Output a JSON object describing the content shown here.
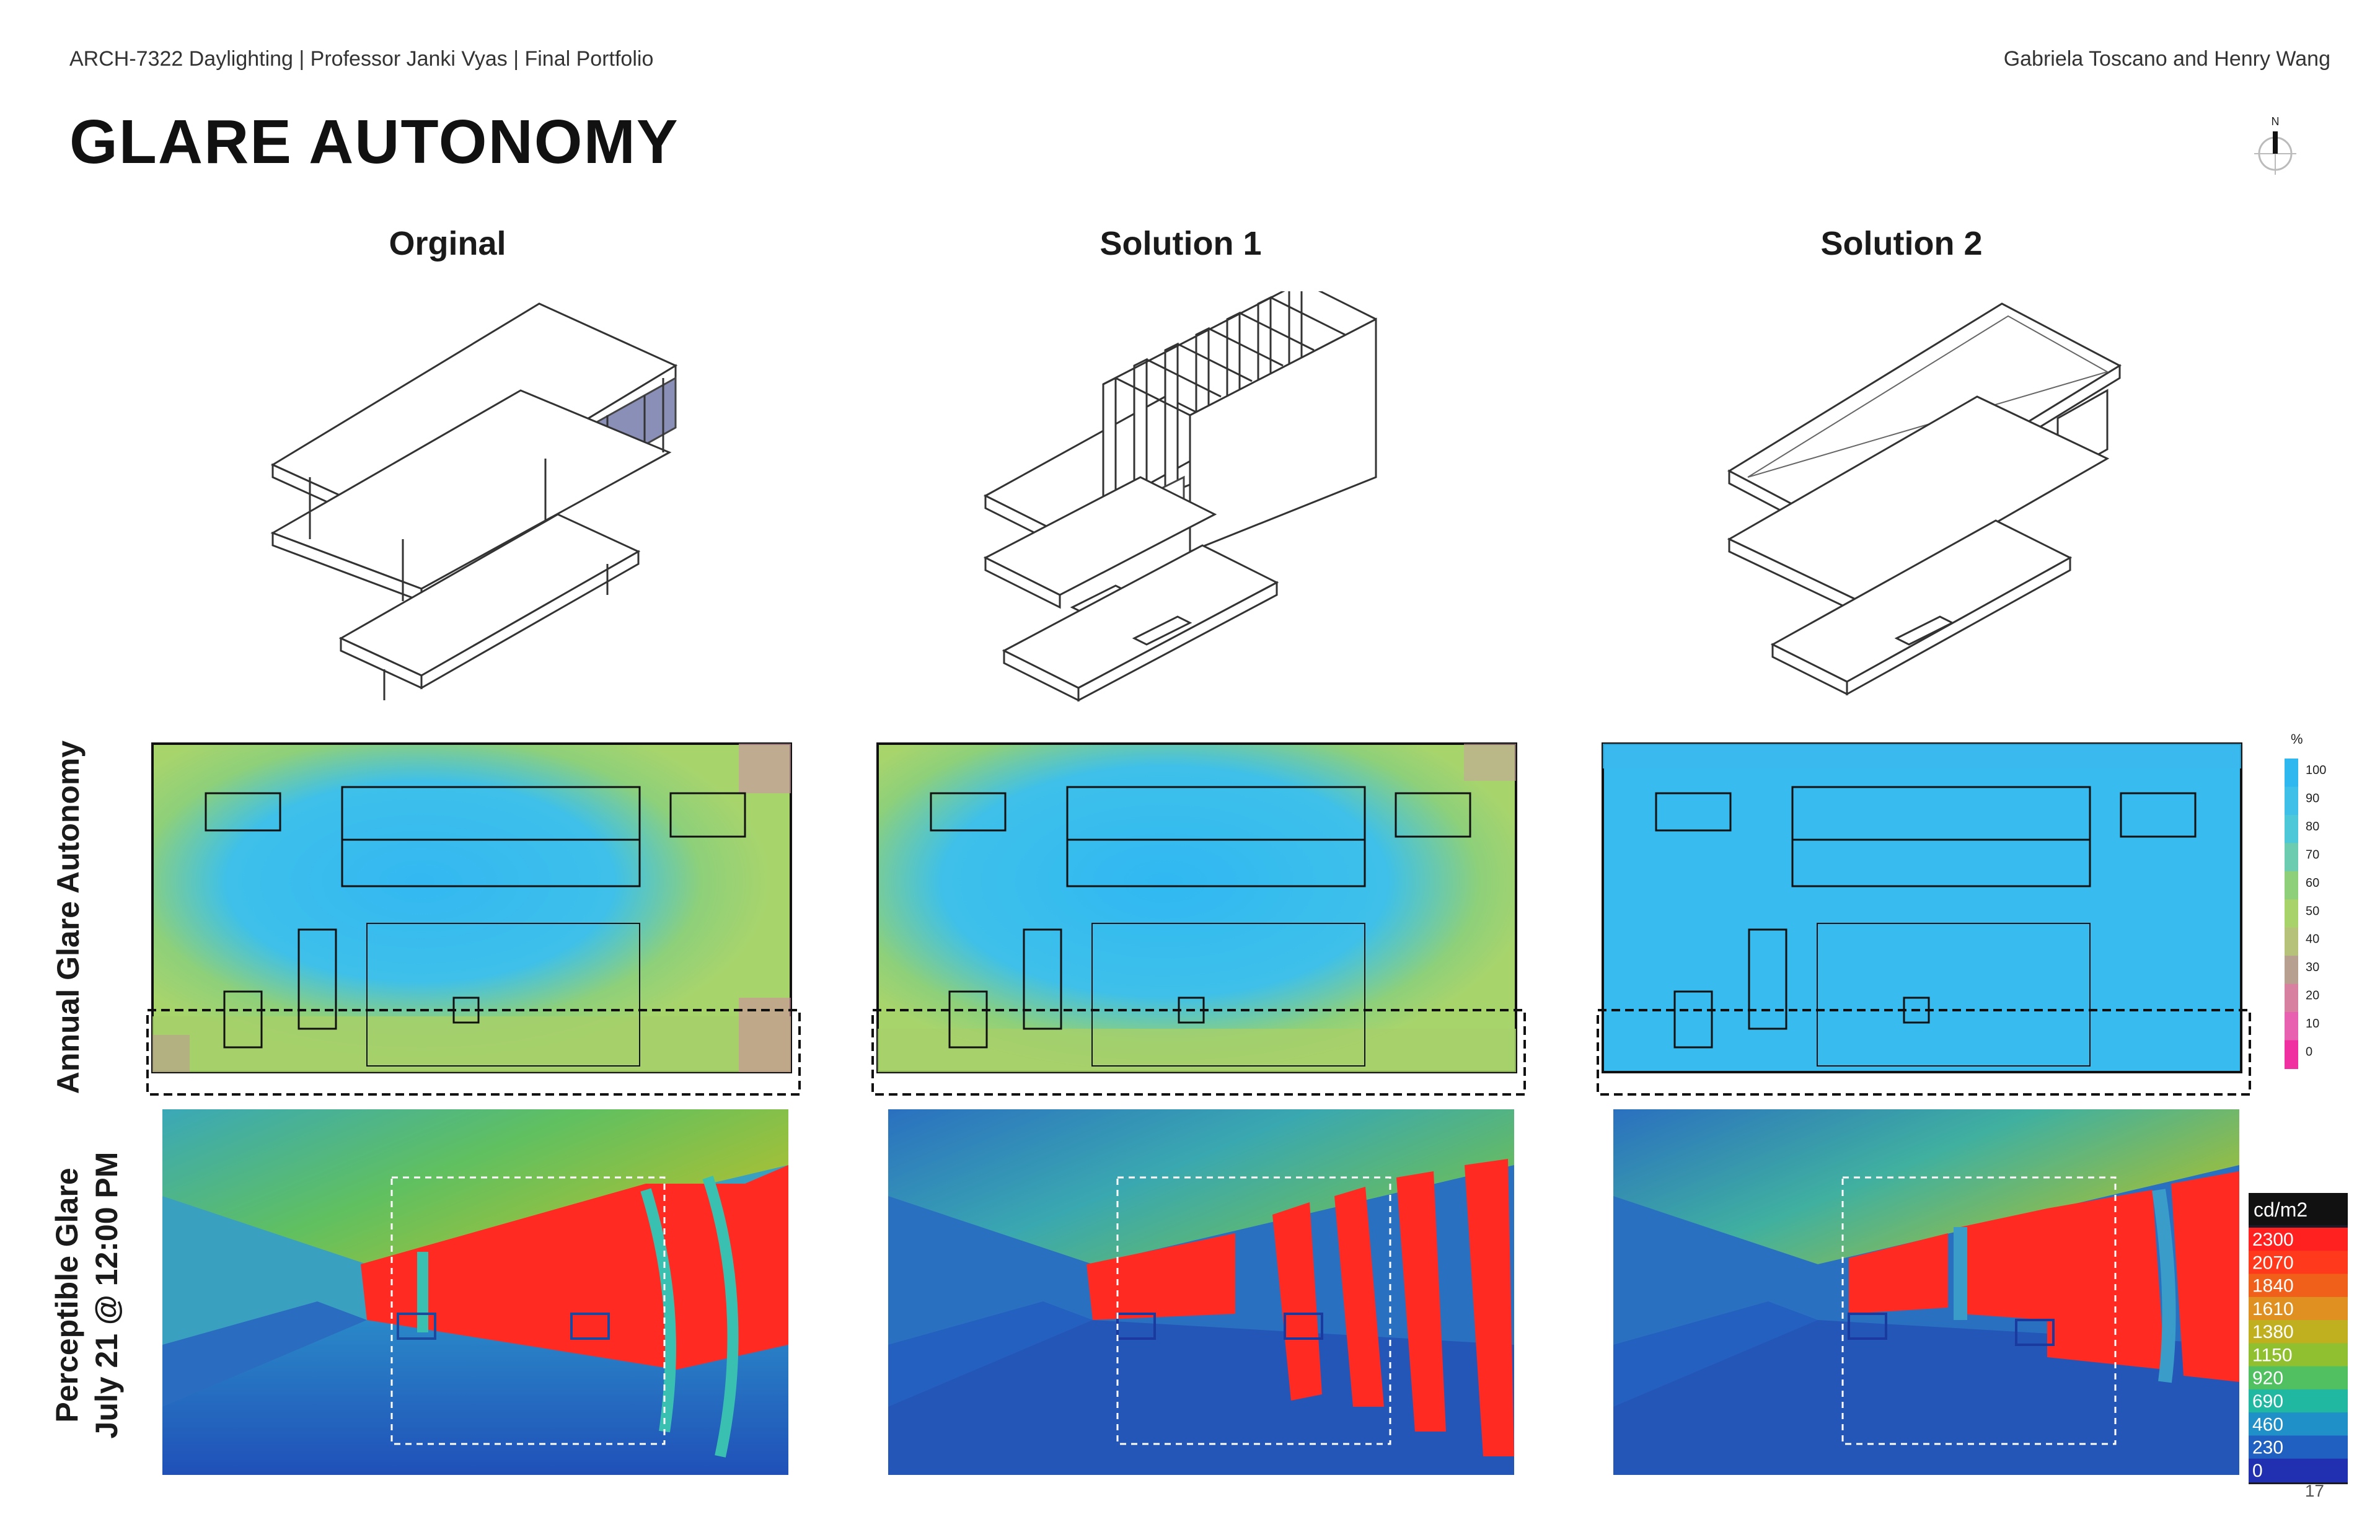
{
  "header": {
    "course": "ARCH-7322 Daylighting | Professor Janki Vyas | Final Portfolio",
    "authors": "Gabriela Toscano and Henry Wang"
  },
  "page_title": "GLARE AUTONOMY",
  "north_label": "N",
  "columns": [
    {
      "title": "Orginal"
    },
    {
      "title": "Solution 1"
    },
    {
      "title": "Solution 2"
    }
  ],
  "row_labels": {
    "annual": "Annual Glare Autonomy",
    "perceptible_line1": "Perceptible Glare",
    "perceptible_line2": "July 21 @ 12:00 PM"
  },
  "ga_legend": {
    "unit": "%",
    "ticks": [
      "100",
      "90",
      "80",
      "70",
      "60",
      "50",
      "40",
      "30",
      "20",
      "10",
      "0"
    ],
    "colors": [
      "#2fb8f0",
      "#3ec0e8",
      "#4cc8d8",
      "#6cccb0",
      "#8ed07a",
      "#a8d26a",
      "#b6c27a",
      "#b8a090",
      "#d880a0",
      "#e860b0",
      "#f030a0"
    ]
  },
  "pg_legend": {
    "unit": "cd/m2",
    "ticks": [
      "2300",
      "2070",
      "1840",
      "1610",
      "1380",
      "1150",
      "920",
      "690",
      "460",
      "230",
      "0"
    ],
    "colors": [
      "#ff2020",
      "#ff3a1c",
      "#f0601a",
      "#e09020",
      "#c0b020",
      "#90c030",
      "#50c060",
      "#20b8a0",
      "#2090c8",
      "#2060c0",
      "#2030b0"
    ]
  },
  "page_number": "17"
}
